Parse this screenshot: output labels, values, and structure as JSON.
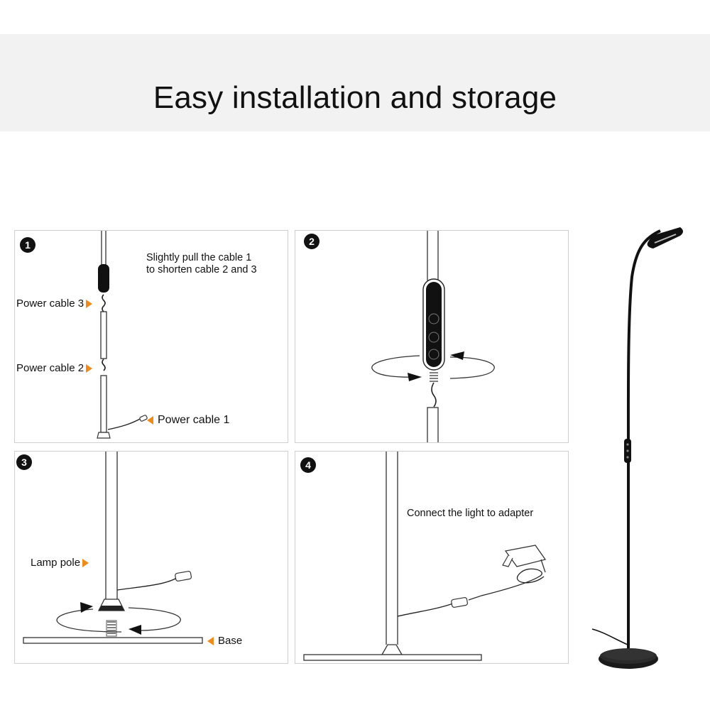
{
  "header": {
    "title": "Easy installation and storage"
  },
  "steps": [
    {
      "number": "1",
      "note": [
        "Slightly pull the cable 1",
        "to shorten cable 2 and 3"
      ],
      "labels": {
        "cable3": "Power cable 3",
        "cable2": "Power cable 2",
        "cable1": "Power cable 1"
      }
    },
    {
      "number": "2"
    },
    {
      "number": "3",
      "labels": {
        "pole": "Lamp pole",
        "base": "Base"
      }
    },
    {
      "number": "4",
      "note": [
        "Connect the light to adapter"
      ]
    }
  ],
  "colors": {
    "accent": "#f08a1a",
    "banner": "#f2f2f2",
    "lamp": "#111111"
  }
}
